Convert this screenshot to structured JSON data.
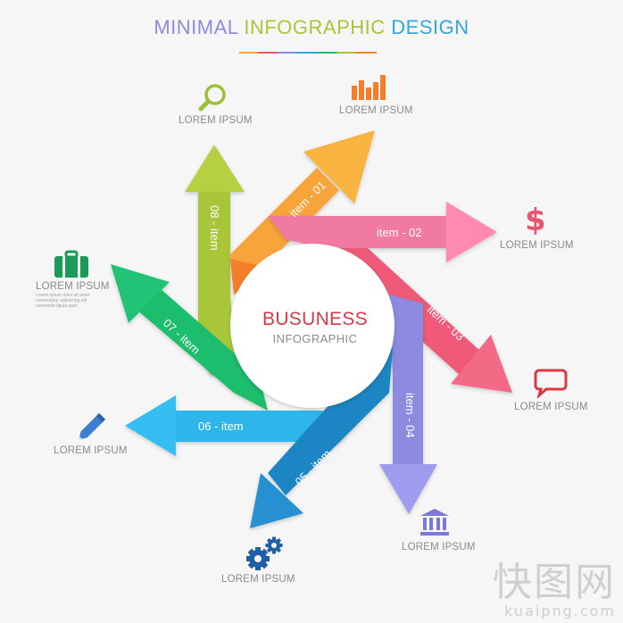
{
  "header": {
    "title_part1": "MINIMAL",
    "title_part2": "INFOGRAPHIC",
    "title_part3": "DESIGN"
  },
  "center": {
    "title": "BUSUNESS",
    "subtitle": "INFOGRAPHIC"
  },
  "arrows": [
    {
      "label": "item - 01",
      "color": "#f7a53a",
      "icon": "bar-chart-icon",
      "caption": "LOREM IPSUM"
    },
    {
      "label": "item - 02",
      "color": "#f07aa0",
      "icon": "dollar-icon",
      "caption": "LOREM IPSUM"
    },
    {
      "label": "item - 03",
      "color": "#ee5a78",
      "icon": "speech-bubble-icon",
      "caption": "LOREM IPSUM"
    },
    {
      "label": "item - 04",
      "color": "#8d8ae0",
      "icon": "bank-icon",
      "caption": "LOREM IPSUM"
    },
    {
      "label": "05 - item",
      "color": "#1f86c4",
      "icon": "gears-icon",
      "caption": "LOREM IPSUM"
    },
    {
      "label": "06 - item",
      "color": "#2fb6ea",
      "icon": "pencil-icon",
      "caption": "LOREM IPSUM"
    },
    {
      "label": "07 - item",
      "color": "#1bbd6c",
      "icon": "briefcase-icon",
      "caption": "LOREM IPSUM"
    },
    {
      "label": "08 - item",
      "color": "#a9c63a",
      "icon": "search-icon",
      "caption": "LOREM IPSUM"
    }
  ],
  "briefcase_note": "Lorem ipsum dolor sit amet consectetur adipiscing elit commodo ligula eget.",
  "watermark": {
    "logo": "快图网",
    "site": "kuaipng.com"
  }
}
